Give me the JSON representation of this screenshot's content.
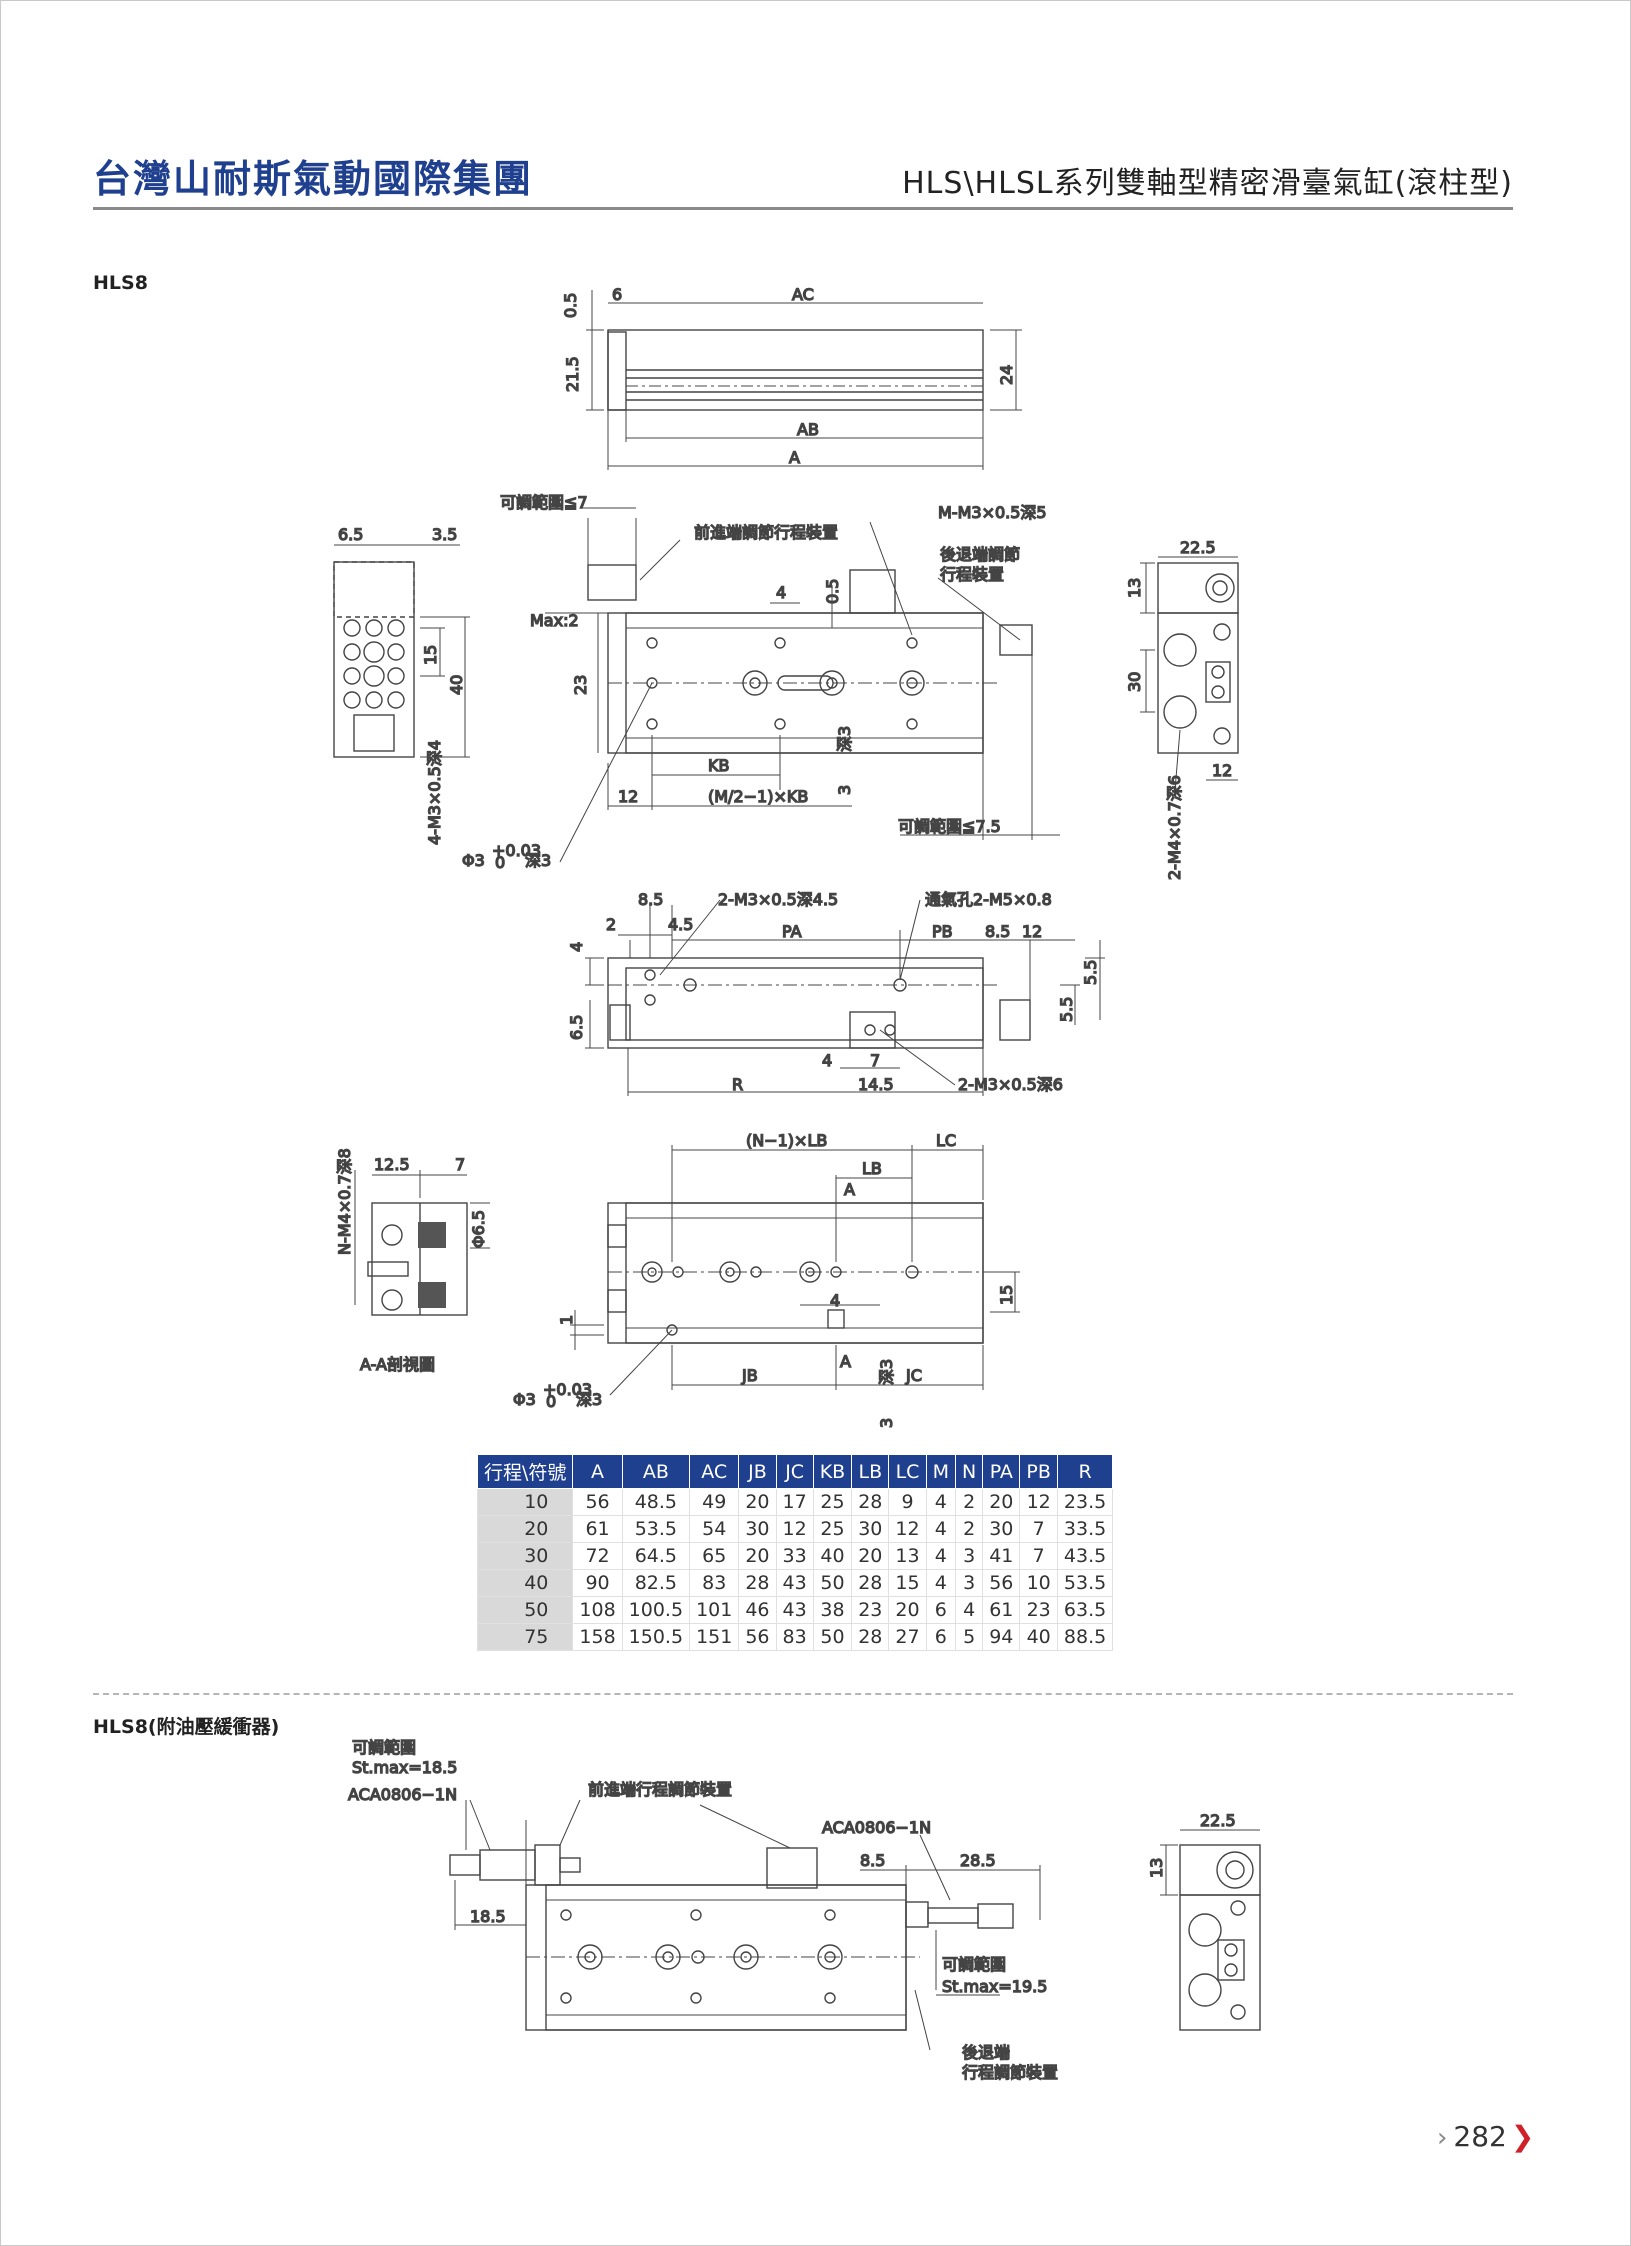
{
  "header": {
    "brand": "台灣山耐斯氣動國際集團",
    "series_title": "HLS\\HLSL系列雙軸型精密滑臺氣缸(滾柱型)"
  },
  "section1": {
    "label": "HLS8",
    "top_view": {
      "d_0_5": "0.5",
      "d_6": "6",
      "d_AC": "AC",
      "d_21_5": "21.5",
      "d_24": "24",
      "d_AB": "AB",
      "d_A": "A"
    },
    "side_view": {
      "adj_range_7": "可調範圍≦7",
      "front_adj": "前進端調節行程裝置",
      "m_m3": "M-M3×0.5深5",
      "rear_adj_1": "後退端調節",
      "rear_adj_2": "行程裝置",
      "d_4": "4",
      "d_0_5": "0.5",
      "max2": "Max:2",
      "d_23": "23",
      "kb": "KB",
      "d_12": "12",
      "m2kb": "(M/2−1)×KB",
      "d_3": "3",
      "deep3": "深3",
      "adj_range_7_5": "可調範圍≦7.5",
      "phi3": "Φ3",
      "tol": "+0.03",
      "tol0": "0"
    },
    "left_end": {
      "d_6_5": "6.5",
      "d_3_5": "3.5",
      "d_15": "15",
      "d_40": "40",
      "m3_4": "4-M3×0.5深4"
    },
    "right_end": {
      "d_22_5": "22.5",
      "d_13": "13",
      "d_30": "30",
      "d_12": "12",
      "m4_2": "2-M4×0.7深6"
    },
    "bottom_view": {
      "d_8_5": "8.5",
      "m3_45": "2-M3×0.5深4.5",
      "vent": "通氣孔2-M5×0.8",
      "d_2": "2",
      "d_4_5": "4.5",
      "pa": "PA",
      "pb": "PB",
      "d_8_5b": "8.5",
      "d_12": "12",
      "d_4": "4",
      "d_6_5": "6.5",
      "d_5_5": "5.5",
      "d_5_5b": "5.5",
      "d_4b": "4",
      "d_7": "7",
      "r": "R",
      "d_14_5": "14.5",
      "m3_6": "2-M3×0.5深6"
    },
    "section_aa": {
      "n_m4": "N-M4×0.7深8",
      "d_12_5": "12.5",
      "d_7": "7",
      "phi6_5": "Φ6.5",
      "caption": "A-A剖視圖"
    },
    "table_view": {
      "n1lb": "(N−1)×LB",
      "lc": "LC",
      "lb": "LB",
      "a": "A",
      "d_15": "15",
      "d_1": "1",
      "d_4": "4",
      "jb": "JB",
      "a2": "A",
      "jc": "JC",
      "phi3": "Φ3",
      "tol": "+0.03",
      "tol0": "0",
      "deep3": "深3",
      "d_3": "3"
    }
  },
  "table": {
    "headers": [
      "行程\\符號",
      "A",
      "AB",
      "AC",
      "JB",
      "JC",
      "KB",
      "LB",
      "LC",
      "M",
      "N",
      "PA",
      "PB",
      "R"
    ],
    "rows": [
      [
        "10",
        "56",
        "48.5",
        "49",
        "20",
        "17",
        "25",
        "28",
        "9",
        "4",
        "2",
        "20",
        "12",
        "23.5"
      ],
      [
        "20",
        "61",
        "53.5",
        "54",
        "30",
        "12",
        "25",
        "30",
        "12",
        "4",
        "2",
        "30",
        "7",
        "33.5"
      ],
      [
        "30",
        "72",
        "64.5",
        "65",
        "20",
        "33",
        "40",
        "20",
        "13",
        "4",
        "3",
        "41",
        "7",
        "43.5"
      ],
      [
        "40",
        "90",
        "82.5",
        "83",
        "28",
        "43",
        "50",
        "28",
        "15",
        "4",
        "3",
        "56",
        "10",
        "53.5"
      ],
      [
        "50",
        "108",
        "100.5",
        "101",
        "46",
        "43",
        "38",
        "23",
        "20",
        "6",
        "4",
        "61",
        "23",
        "63.5"
      ],
      [
        "75",
        "158",
        "150.5",
        "151",
        "56",
        "83",
        "50",
        "28",
        "27",
        "6",
        "5",
        "94",
        "40",
        "88.5"
      ]
    ]
  },
  "section2": {
    "label": "HLS8(附油壓緩衝器)",
    "adj": "可調範圍",
    "stmax1": "St.max=18.5",
    "aca1": "ACA0806−1N",
    "front_adj": "前進端行程調節裝置",
    "aca2": "ACA0806−1N",
    "d_8_5": "8.5",
    "d_28_5": "28.5",
    "d_18_5": "18.5",
    "adj2": "可調範圍",
    "stmax2": "St.max=19.5",
    "rear1": "後退端",
    "rear2": "行程調節裝置",
    "d_22_5": "22.5",
    "d_13": "13"
  },
  "footer": {
    "page": "282"
  }
}
